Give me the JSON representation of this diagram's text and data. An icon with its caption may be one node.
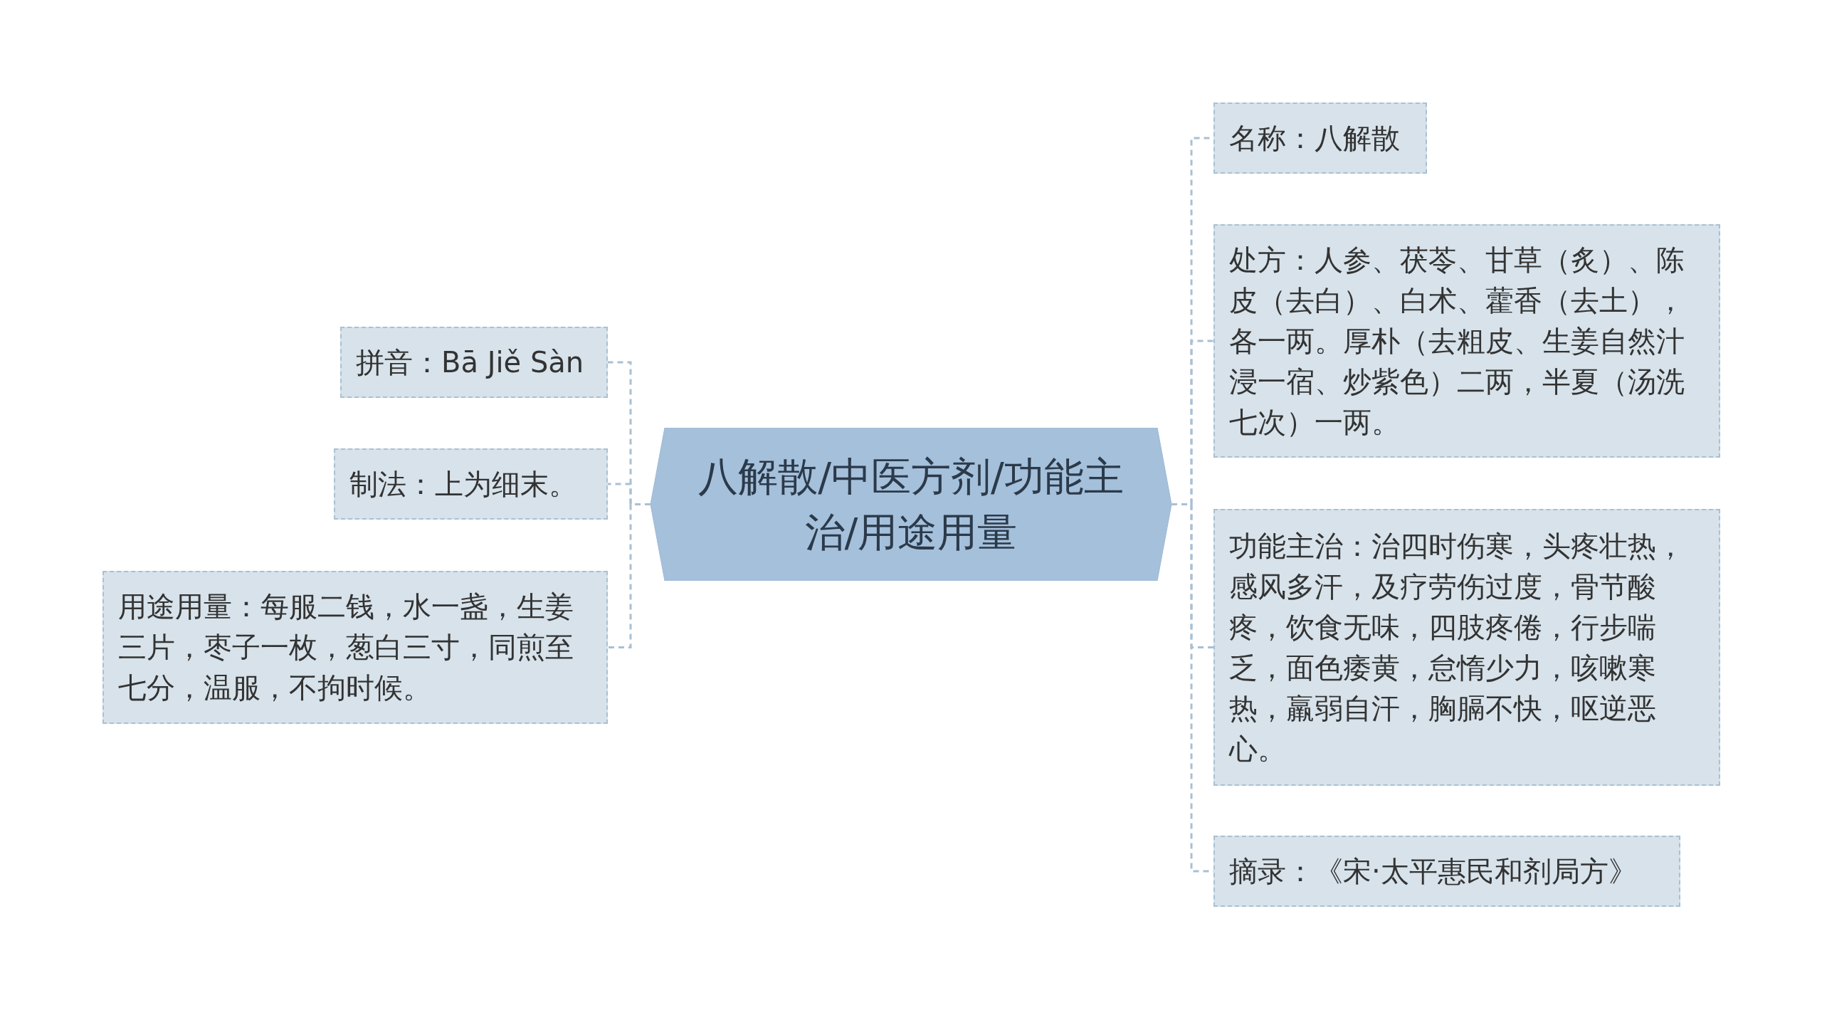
{
  "diagram": {
    "nodes": [
      {
        "text": [
          "八解散/中医方剂/功能主治/用途用量"
        ]
      },
      {
        "text": [
          "拼音：Bā Jiě Sàn"
        ]
      },
      {
        "text": [
          "制法：上为细末。"
        ]
      },
      {
        "text": [
          "用途用量：每服二钱，水一盏，生姜三片，枣子一枚，葱白三寸，同煎至七分，温服，不拘时候。"
        ]
      },
      {
        "text": [
          "名称：八解散"
        ]
      },
      {
        "text": [
          "处方：人参、茯苓、甘草（炙）、陈皮（去白）、白术、藿香（去土），各一两。厚朴（去粗皮、生姜自然汁浸一宿、炒紫色）二两，半夏（汤洗七次）一两。"
        ]
      },
      {
        "text": [
          "功能主治：治四时伤寒，头疼壮热，感风多汗，及疗劳伤过度，骨节酸疼，饮食无味，四肢疼倦，行步喘乏，面色痿黄，怠惰少力，咳嗽寒热，羸弱自汗，胸膈不快，呕逆恶心。"
        ]
      },
      {
        "text": [
          "摘录：《宋·太平惠民和剂局方》"
        ]
      }
    ],
    "edges": [
      {
        "from": 0,
        "to": 1,
        "arrow": "none",
        "style": "dashed"
      },
      {
        "from": 0,
        "to": 2,
        "arrow": "none",
        "style": "dashed"
      },
      {
        "from": 0,
        "to": 3,
        "arrow": "none",
        "style": "dashed"
      },
      {
        "from": 0,
        "to": 4,
        "arrow": "none",
        "style": "dashed"
      },
      {
        "from": 0,
        "to": 5,
        "arrow": "none",
        "style": "dashed"
      },
      {
        "from": 0,
        "to": 6,
        "arrow": "none",
        "style": "dashed"
      },
      {
        "from": 0,
        "to": 7,
        "arrow": "none",
        "style": "dashed"
      }
    ]
  }
}
